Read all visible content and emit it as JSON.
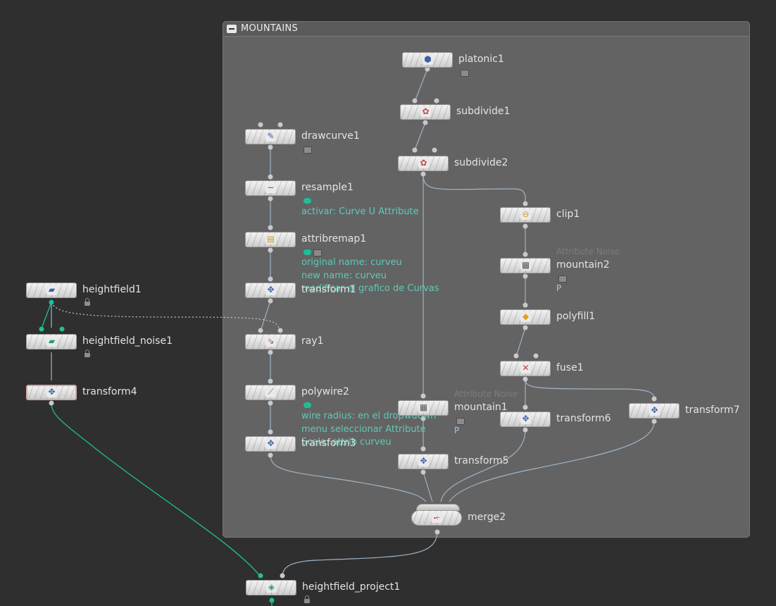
{
  "netbox": {
    "title": "MOUNTAINS"
  },
  "nodes": {
    "platonic1": {
      "name": "platonic1",
      "icon": "platonic-solid-icon"
    },
    "subdivide1": {
      "name": "subdivide1",
      "icon": "subdivide-icon"
    },
    "subdivide2": {
      "name": "subdivide2",
      "icon": "subdivide-icon"
    },
    "drawcurve1": {
      "name": "drawcurve1",
      "icon": "pen-curve-icon"
    },
    "resample1": {
      "name": "resample1",
      "icon": "wave-icon",
      "comment": "activar: Curve U Attribute"
    },
    "attribremap1": {
      "name": "attribremap1",
      "icon": "attribute-remap-icon",
      "comment": [
        "original name: curveu",
        "new name: curveu",
        "modificar el grafico de Curvas"
      ]
    },
    "transform1": {
      "name": "transform1",
      "icon": "transform-icon"
    },
    "ray1": {
      "name": "ray1",
      "icon": "ray-icon"
    },
    "polywire2": {
      "name": "polywire2",
      "icon": "polywire-icon",
      "comment": [
        "wire radius: en el dropwdown",
        "menu seleccionar Attribute",
        "Scale: attrib curveu"
      ]
    },
    "transform3": {
      "name": "transform3",
      "icon": "transform-icon"
    },
    "clip1": {
      "name": "clip1",
      "icon": "clip-icon"
    },
    "mountain2": {
      "name": "mountain2",
      "icon": "mountain-icon",
      "faded": "Attribute Noise",
      "extra": "P"
    },
    "polyfill1": {
      "name": "polyfill1",
      "icon": "polyfill-icon"
    },
    "fuse1": {
      "name": "fuse1",
      "icon": "fuse-icon"
    },
    "mountain1": {
      "name": "mountain1",
      "icon": "mountain-icon",
      "faded": "Attribute Noise",
      "extra": "P"
    },
    "transform6": {
      "name": "transform6",
      "icon": "transform-icon"
    },
    "transform7": {
      "name": "transform7",
      "icon": "transform-icon"
    },
    "transform5": {
      "name": "transform5",
      "icon": "transform-icon"
    },
    "merge2": {
      "name": "merge2",
      "icon": "merge-icon"
    },
    "heightfield1": {
      "name": "heightfield1",
      "icon": "heightfield-icon"
    },
    "heightfield_noise1": {
      "name": "heightfield_noise1",
      "icon": "heightfield-noise-icon"
    },
    "transform4": {
      "name": "transform4",
      "icon": "transform-icon"
    },
    "heightfield_project1": {
      "name": "heightfield_project1",
      "icon": "heightfield-project-icon"
    }
  },
  "colors": {
    "background": "#2f2f2f",
    "netbox": "#636363",
    "wire_geometry": "#9fb4c8",
    "wire_heightfield": "#1fbf96",
    "comment_text": "#5fc9b9"
  }
}
